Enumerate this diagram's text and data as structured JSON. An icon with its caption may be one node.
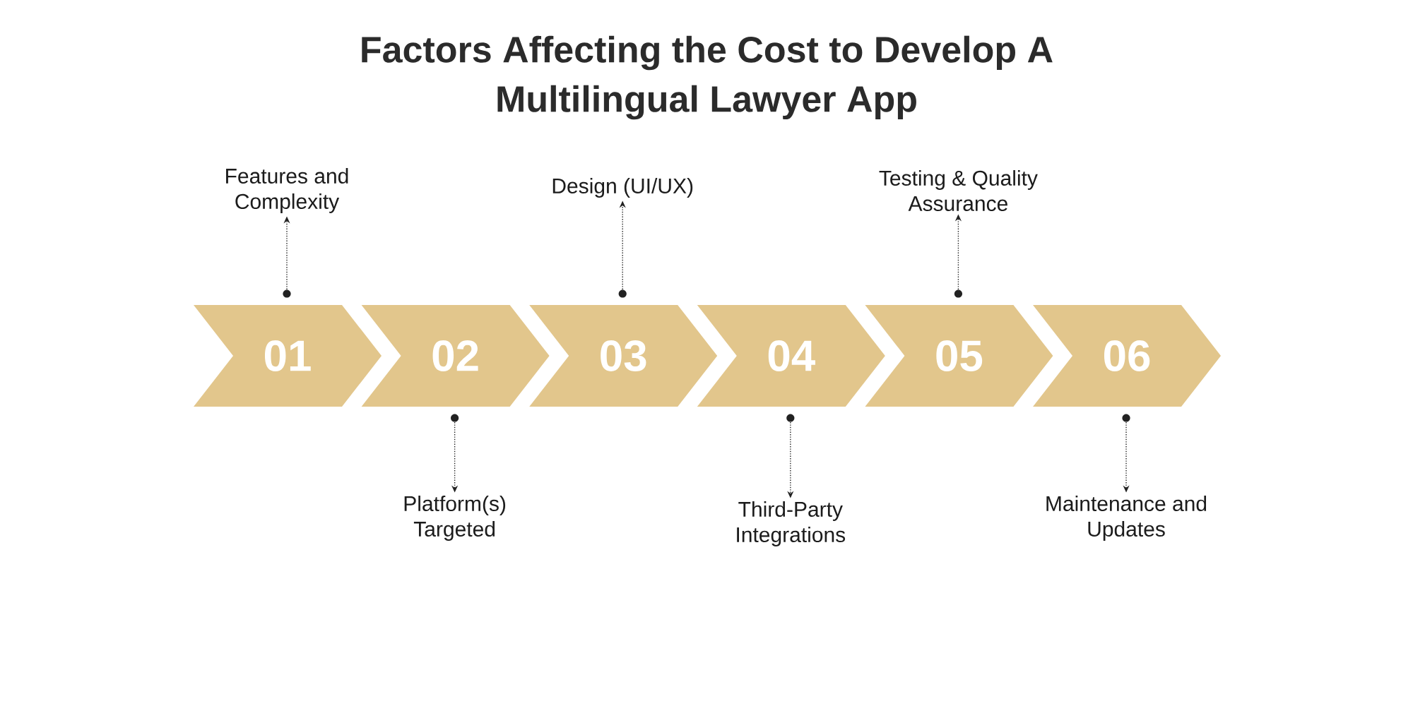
{
  "diagram": {
    "title": "Factors Affecting the Cost to Develop A Multilingual Lawyer App",
    "nodes": [
      {
        "text": [
          "01"
        ]
      },
      {
        "text": [
          "02"
        ]
      },
      {
        "text": [
          "03"
        ]
      },
      {
        "text": [
          "04"
        ]
      },
      {
        "text": [
          "05"
        ]
      },
      {
        "text": [
          "06"
        ]
      },
      {
        "text": [
          "Features and Complexity"
        ]
      },
      {
        "text": [
          "Platform(s) Targeted"
        ]
      },
      {
        "text": [
          "Design (UI/UX)"
        ]
      },
      {
        "text": [
          "Third-Party Integrations"
        ]
      },
      {
        "text": [
          "Testing & Quality Assurance"
        ]
      },
      {
        "text": [
          "Maintenance and Updates"
        ]
      },
      {
        "text": [],
        "shape": "circle"
      },
      {
        "text": [],
        "shape": "circle"
      },
      {
        "text": [],
        "shape": "circle"
      },
      {
        "text": [],
        "shape": "circle"
      },
      {
        "text": [],
        "shape": "circle"
      },
      {
        "text": [],
        "shape": "circle"
      }
    ],
    "edges": [
      {
        "from": 12,
        "to": 6,
        "arrow": "to",
        "style": "dashed"
      },
      {
        "from": 13,
        "to": 7,
        "arrow": "to",
        "style": "dashed"
      },
      {
        "from": 14,
        "to": 8,
        "arrow": "to",
        "style": "dashed"
      },
      {
        "from": 15,
        "to": 9,
        "arrow": "to",
        "style": "dashed"
      },
      {
        "from": 16,
        "to": 10,
        "arrow": "to",
        "style": "dashed"
      },
      {
        "from": 17,
        "to": 11,
        "arrow": "to",
        "style": "dashed"
      }
    ]
  }
}
